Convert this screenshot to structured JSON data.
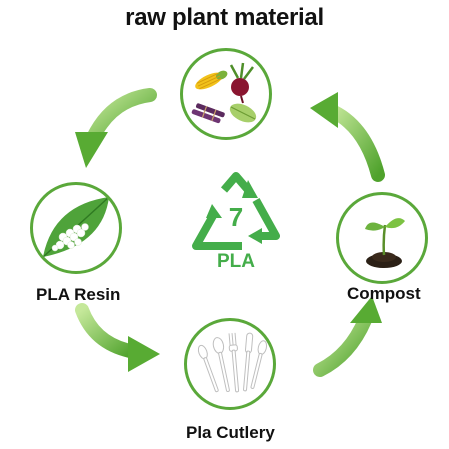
{
  "title": "raw plant material",
  "stages": {
    "raw": {
      "icon": "raw-plant-materials-icon"
    },
    "resin": {
      "label": "PLA Resin",
      "icon": "pla-resin-leaf-icon"
    },
    "cutlery": {
      "label": "Pla Cutlery",
      "icon": "cutlery-icon"
    },
    "compost": {
      "label": "Compost",
      "icon": "seedling-soil-icon"
    }
  },
  "center_symbol": {
    "number": "7",
    "code": "PLA",
    "icon": "recycling-triangle-icon"
  },
  "colors": {
    "accent_green": "#5aa83a",
    "arrow_green": "#7cc242",
    "text": "#111111"
  }
}
